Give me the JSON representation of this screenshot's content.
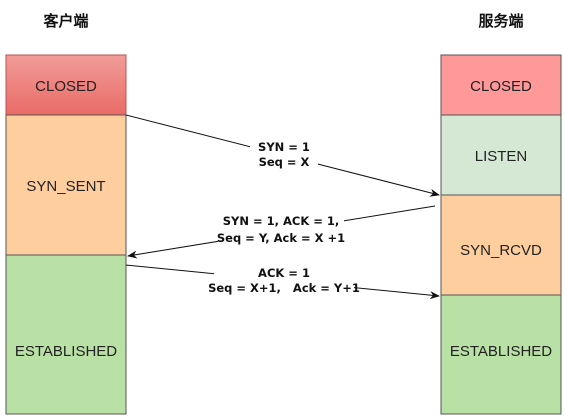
{
  "client": {
    "title": "客户端",
    "states": [
      {
        "label": "CLOSED",
        "fill": "#EA6B66",
        "fill_top": "#F19C99",
        "stroke": "#B85450"
      },
      {
        "label": "SYN_SENT",
        "fill": "#FFCE9F",
        "stroke": "#555555"
      },
      {
        "label": "ESTABLISHED",
        "fill": "#B9E0A5",
        "stroke": "#555555"
      }
    ]
  },
  "server": {
    "title": "服务端",
    "states": [
      {
        "label": "CLOSED",
        "fill": "#FF9999",
        "stroke": "#555555"
      },
      {
        "label": "LISTEN",
        "fill": "#D5E8D4",
        "stroke": "#555555"
      },
      {
        "label": "SYN_RCVD",
        "fill": "#FFCE9F",
        "stroke": "#555555"
      },
      {
        "label": "ESTABLISHED",
        "fill": "#B9E0A5",
        "stroke": "#555555"
      }
    ]
  },
  "messages": [
    {
      "lines": [
        "SYN = 1",
        "Seq = X"
      ],
      "direction": "client-to-server"
    },
    {
      "lines": [
        "SYN = 1, ACK = 1,",
        "Seq = Y, Ack = X +1"
      ],
      "direction": "server-to-client"
    },
    {
      "lines": [
        "ACK = 1",
        "Seq = X+1,   Ack = Y+1"
      ],
      "direction": "client-to-server"
    }
  ]
}
